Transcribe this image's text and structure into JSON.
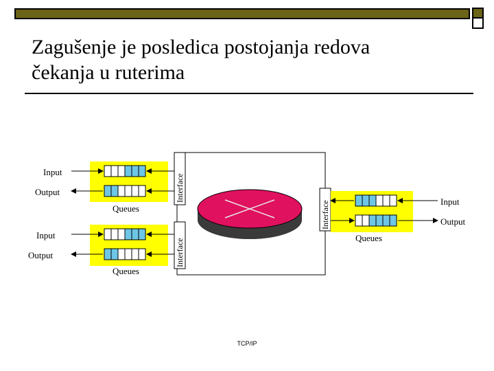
{
  "slide": {
    "title_line1": "Zagušenje je posledica postojanja redova",
    "title_line2": "čekanja u ruterima",
    "footer": "TCP/IP"
  },
  "diagram": {
    "interface_label": "Interface",
    "input_label": "Input",
    "output_label": "Output",
    "queues_label": "Queues",
    "colors": {
      "highlight": "#ffff00",
      "router_fill": "#e0115f",
      "queue_filled": "#6ec6e6",
      "frame": "#6b6317"
    }
  }
}
